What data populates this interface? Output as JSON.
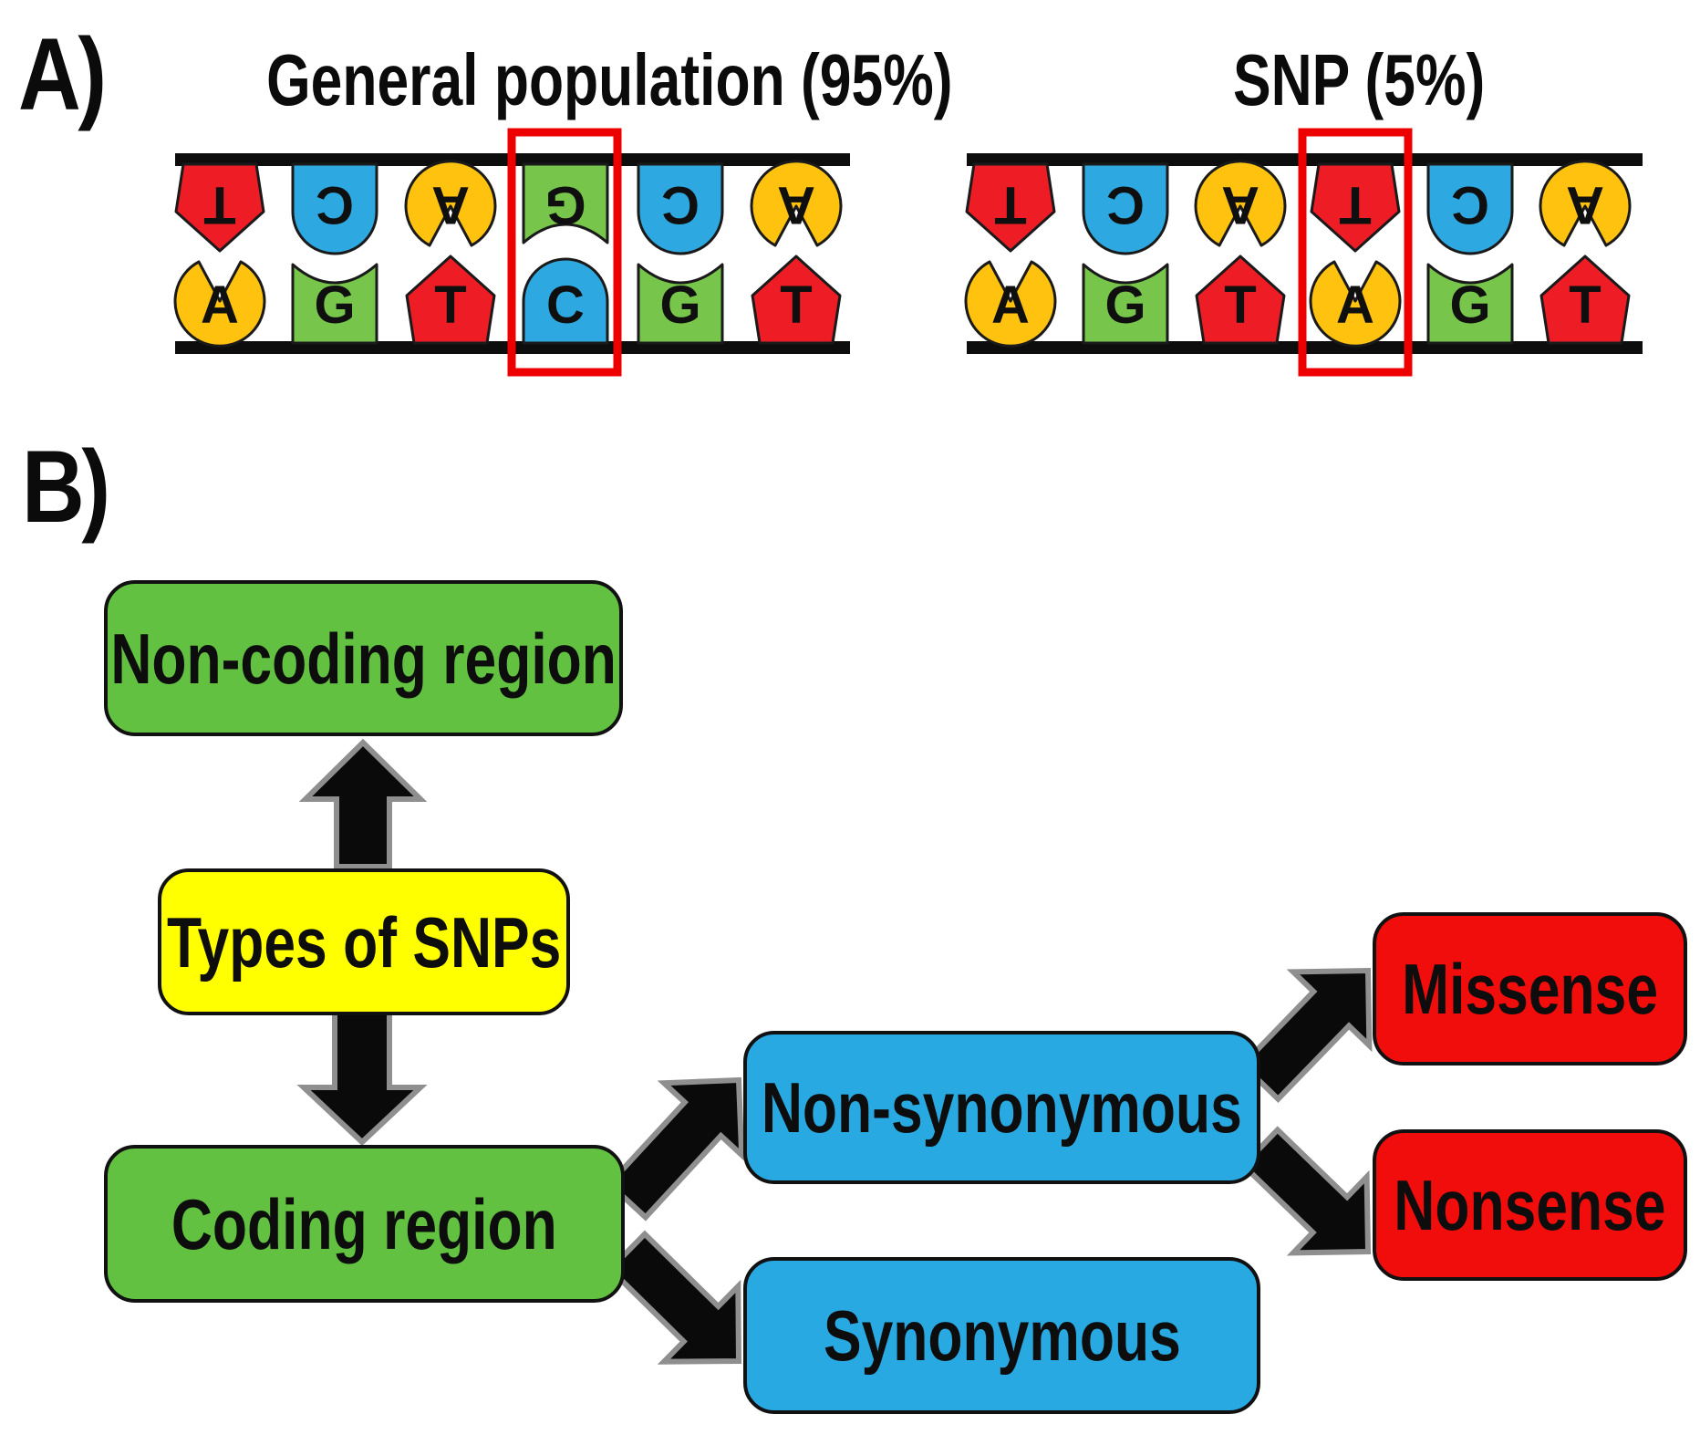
{
  "panel_a": {
    "label": "A)",
    "left": {
      "title": "General population (95%)",
      "top_bases": [
        "T",
        "C",
        "A",
        "G",
        "C",
        "A"
      ],
      "bottom_bases": [
        "A",
        "G",
        "T",
        "C",
        "G",
        "T"
      ],
      "highlight_column": 4,
      "highlight_pair": "G-C"
    },
    "right": {
      "title": "SNP (5%)",
      "top_bases": [
        "T",
        "C",
        "A",
        "T",
        "C",
        "A"
      ],
      "bottom_bases": [
        "A",
        "G",
        "T",
        "A",
        "G",
        "T"
      ],
      "highlight_column": 4,
      "highlight_pair": "T-A"
    }
  },
  "panel_b": {
    "label": "B)",
    "nodes": {
      "non_coding": "Non-coding region",
      "types": "Types of SNPs",
      "coding": "Coding region",
      "non_synonymous": "Non-synonymous",
      "synonymous": "Synonymous",
      "missense": "Missense",
      "nonsense": "Nonsense"
    }
  },
  "colors": {
    "base_red": "#EE1C25",
    "base_yellow": "#FFC20E",
    "base_blue": "#2EA8E0",
    "base_green": "#77C64B",
    "box_green": "#62C140",
    "box_yellow": "#FFFF00",
    "box_blue": "#29A9E1",
    "box_red": "#F20D0D",
    "highlight_red": "#EC0000",
    "letter_black": "#0F0F0F",
    "arrow_black": "#0A0A0A",
    "arrow_outline": "#8F8F8F",
    "backbone_black": "#0D0D0D"
  }
}
